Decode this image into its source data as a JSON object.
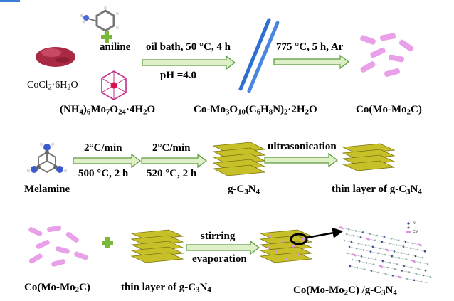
{
  "row1": {
    "aniline": "aniline",
    "cobalt_salt": "CoCl₂·6H₂O",
    "oilbath": "oil bath, 50 °C, 4 h",
    "ph": "pH =4.0",
    "calcination": "775 °C, 5 h, Ar",
    "molybdate": "(NH₄)₆Mo₇O₂₄·4H₂O",
    "intermediate": "Co-Mo₃O₁₀(C₆H₈N)₂·2H₂O",
    "product": "Co(Mo-Mo₂C)"
  },
  "row2": {
    "melamine": "Melamine",
    "step1_rate": "2°C/min",
    "step1_cond": "500 °C, 2 h",
    "step2_rate": "2°C/min",
    "step2_cond": "520 °C, 2 h",
    "gcn": "g-C₃N₄",
    "ultrasonication": "ultrasonication",
    "thin_layer": "thin layer of g-C₃N₄"
  },
  "row3": {
    "reactant1": "Co(Mo-Mo₂C)",
    "reactant2": "thin layer of g-C₃N₄",
    "stirring": "stirring",
    "evaporation": "evaporation",
    "composite": "Co(Mo-Mo₂C) /g-C₃N₄",
    "legend": [
      "N",
      "C",
      "CM"
    ]
  },
  "colors": {
    "arrow_fill": "#dff0c8",
    "arrow_stroke": "#5a9a3c",
    "rod_blue": "#2f6fd0",
    "pink": "#e8a0e8",
    "sheet_yellow": "#c8c028",
    "plus_green": "#7ab83c",
    "powder_red": "#b0304a"
  }
}
